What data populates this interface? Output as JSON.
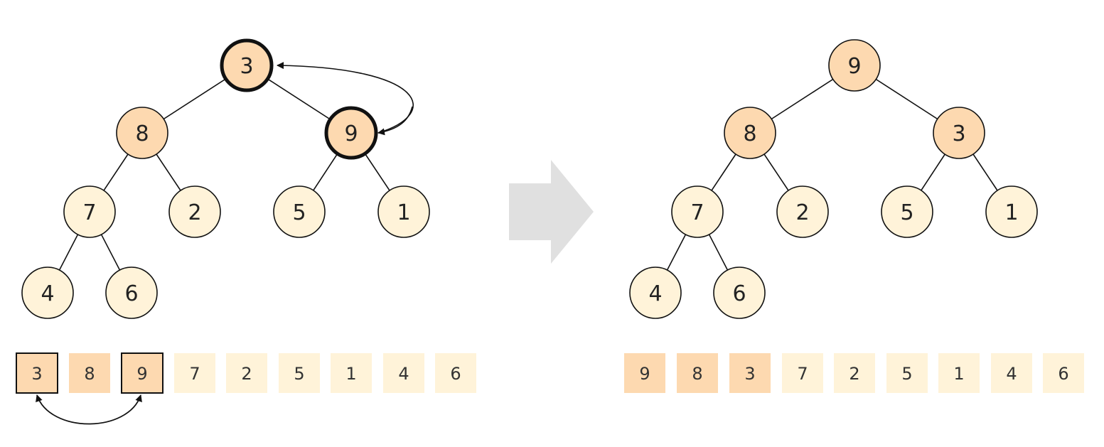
{
  "before": {
    "heap": [
      3,
      8,
      9,
      7,
      2,
      5,
      1,
      4,
      6
    ],
    "highlighted_count": 3,
    "swapped": [
      0,
      2
    ]
  },
  "after": {
    "heap": [
      9,
      8,
      3,
      7,
      2,
      5,
      1,
      4,
      6
    ],
    "highlighted_count": 3,
    "swapped": []
  },
  "colors": {
    "highlight": "#fdd9b0",
    "normal": "#fff3d9",
    "arrow": "#e0e0e0",
    "stroke": "#111111"
  }
}
